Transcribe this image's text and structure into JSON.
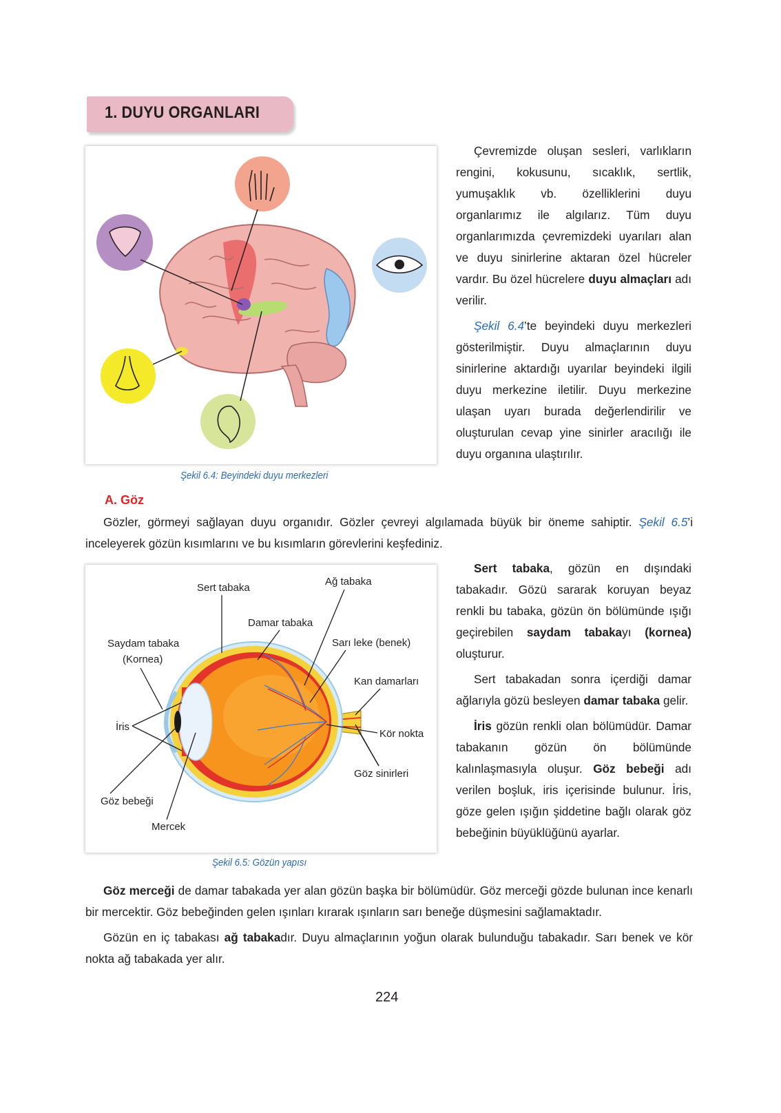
{
  "section": {
    "title": "1. DUYU ORGANLARI"
  },
  "intro": {
    "p1_a": "Çevremizde oluşan sesleri, varlıkların rengini, kokusunu, sıcaklık, sertlik, yumuşaklık vb. özelliklerini duyu organlarımız ile algılarız. Tüm duyu organlarımızda çevremizdeki uyarıları alan ve duyu sinirlerine aktaran özel hücreler vardır. Bu özel hücrelere ",
    "p1_bold": "duyu almaçları",
    "p1_b": " adı verilir.",
    "p2_link": "Şekil 6.4",
    "p2_text": "’te beyindeki duyu merkezleri gösterilmiştir. Duyu almaçlarının duyu sinirlerine aktardığı uyarılar beyindeki ilgili duyu merkezine iletilir. Duyu merkezine ulaşan uyarı burada değerlendirilir ve oluşturulan cevap yine sinirler aracılığı ile duyu organına ulaştırılır."
  },
  "figure1": {
    "caption": "Şekil 6.4: Beyindeki duyu merkezleri",
    "colors": {
      "touch": "#f3a48e",
      "taste": "#b58fc4",
      "sight": "#c3dcf1",
      "smell": "#f4ea2a",
      "hearing": "#d6e59a",
      "brain": "#f0b3ae"
    }
  },
  "eye_section": {
    "heading": "A. Göz",
    "intro_text": "Gözler, görmeyi sağlayan duyu organıdır. Gözler çevreyi algılamada büyük bir öneme sahiptir. ",
    "intro_link": "Şekil 6.5",
    "intro_text2": "’i inceleyerek gözün kısımlarını ve bu kısımların görevlerini keşfediniz."
  },
  "figure2": {
    "caption": "Şekil 6.5: Gözün yapısı",
    "labels": {
      "sert": "Sert tabaka",
      "ag": "Ağ tabaka",
      "damar": "Damar tabaka",
      "saydam1": "Saydam tabaka",
      "saydam2": "(Kornea)",
      "sari": "Sarı leke (benek)",
      "kan": "Kan damarları",
      "iris": "İris",
      "kor": "Kör nokta",
      "sinir": "Göz sinirleri",
      "bebek": "Göz bebeği",
      "mercek": "Mercek"
    }
  },
  "right_col": {
    "p1_bold1": "Sert tabaka",
    "p1_a": ", gözün en dışındaki tabakadır. Gözü sararak koruyan beyaz renkli bu tabaka, gözün ön bölümünde ışığı geçirebilen ",
    "p1_bold2": "saydam tabaka",
    "p1_b": "yı ",
    "p1_bold3": "(kornea)",
    "p1_c": " oluşturur.",
    "p2_a": "Sert tabakadan sonra içerdiği damar ağlarıyla gözü besleyen ",
    "p2_bold": "damar tabaka",
    "p2_b": " gelir.",
    "p3_bold1": "İris",
    "p3_a": " gözün renkli olan bölümüdür. Damar tabakanın gözün ön bölümünde kalınlaşmasıyla oluşur. ",
    "p3_bold2": "Göz bebeği",
    "p3_b": " adı verilen boşluk, iris içerisinde bulunur. İris, göze gelen ışığın şiddetine bağlı olarak göz bebeğinin büyüklüğünü ayarlar."
  },
  "bottom": {
    "p1_bold": "Göz merceği",
    "p1_text": " de damar tabakada yer alan gözün başka bir bölümüdür. Göz merceği gözde bulunan ince kenarlı bir mercektir. Göz bebeğinden gelen ışınları kırarak ışınların sarı beneğe düşmesini sağlamaktadır.",
    "p2_a": "Gözün en iç tabakası ",
    "p2_bold": "ağ tabaka",
    "p2_b": "dır. Duyu almaçlarının yoğun olarak bulunduğu tabakadır. Sarı benek ve kör nokta ağ tabakada yer alır."
  },
  "page_number": "224"
}
